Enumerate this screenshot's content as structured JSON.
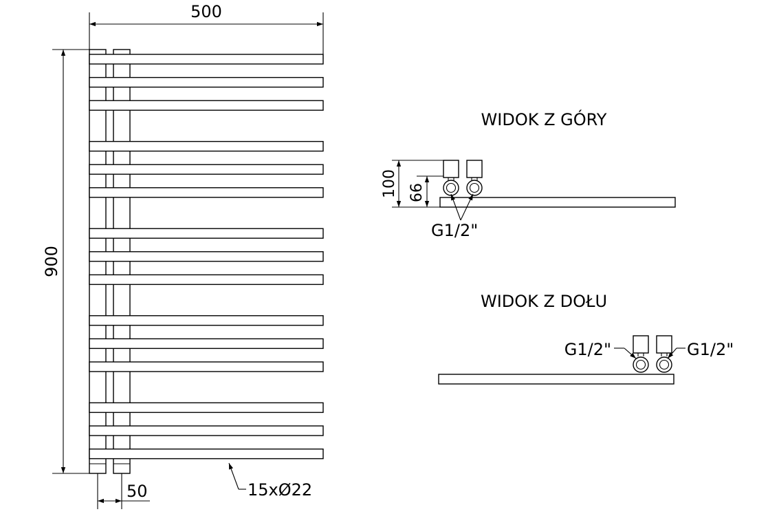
{
  "front_view": {
    "width_label": "500",
    "height_label": "900",
    "spacing_label": "50",
    "tubes_label": "15xØ22",
    "tube_count": 15,
    "tube_groups": [
      3,
      3,
      3,
      3,
      3
    ]
  },
  "top_view": {
    "title": "WIDOK Z GÓRY",
    "depth_label": "100",
    "axis_label": "66",
    "thread_label": "G1/2\""
  },
  "bottom_view": {
    "title": "WIDOK Z DOŁU",
    "thread_left_label": "G1/2\"",
    "thread_right_label": "G1/2\""
  }
}
